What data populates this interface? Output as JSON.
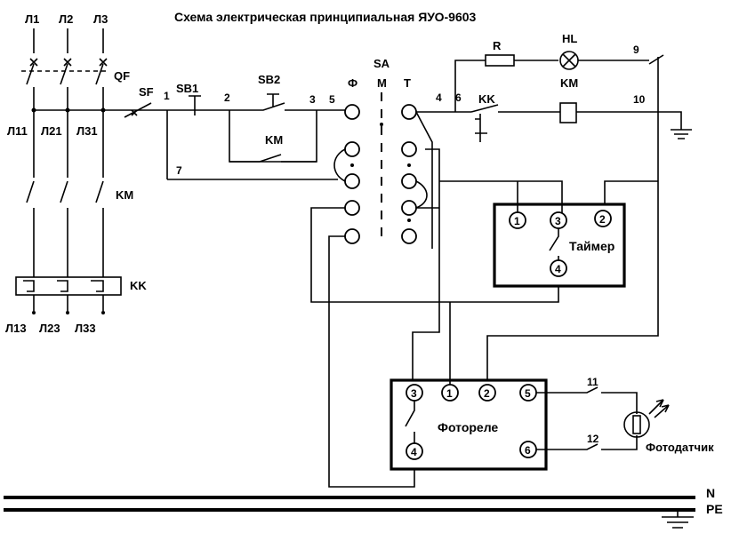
{
  "title": "Схема электрическая принципиальная ЯУО-9603",
  "phases": {
    "top": [
      "Л1",
      "Л2",
      "Л3"
    ],
    "mid": [
      "Л11",
      "Л21",
      "Л31"
    ],
    "bottom": [
      "Л13",
      "Л23",
      "Л33"
    ]
  },
  "labels": {
    "qf": "QF",
    "sf": "SF",
    "sb1": "SB1",
    "sb2": "SB2",
    "km_main": "KM",
    "kk_main": "KK",
    "km_contact": "KM",
    "km_coil": "KM",
    "kk_contact": "KK",
    "r": "R",
    "hl": "HL",
    "sa": "SA",
    "sa_m": "M",
    "sa_phi": "Ф",
    "sa_t": "T",
    "n": "N",
    "pe": "PE"
  },
  "nodes": [
    "1",
    "2",
    "3",
    "5",
    "7",
    "4",
    "6",
    "9",
    "10",
    "11",
    "12"
  ],
  "timer": {
    "title": "Таймер",
    "t1": "1",
    "t2": "2",
    "t3": "3",
    "t4": "4"
  },
  "photorelay": {
    "title": "Фотореле",
    "t1": "1",
    "t2": "2",
    "t3": "3",
    "t4": "4",
    "t5": "5",
    "t6": "6"
  },
  "photosensor": {
    "label": "Фотодатчик"
  }
}
